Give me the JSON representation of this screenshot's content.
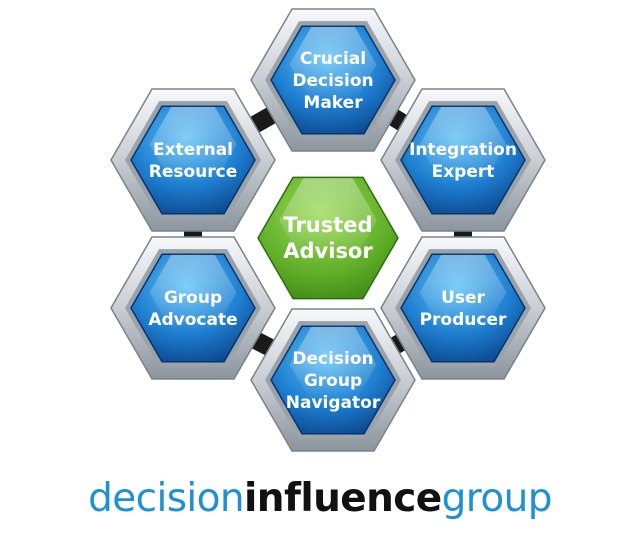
{
  "diagram": {
    "nodes": [
      {
        "id": "top",
        "lines": [
          "Crucial",
          "Decision",
          "Maker"
        ],
        "color": "blue"
      },
      {
        "id": "upper-left",
        "lines": [
          "External",
          "Resource"
        ],
        "color": "blue"
      },
      {
        "id": "upper-right",
        "lines": [
          "Integration",
          "Expert"
        ],
        "color": "blue"
      },
      {
        "id": "center",
        "lines": [
          "Trusted",
          "Advisor"
        ],
        "color": "green"
      },
      {
        "id": "lower-left",
        "lines": [
          "Group",
          "Advocate"
        ],
        "color": "blue"
      },
      {
        "id": "lower-right",
        "lines": [
          "User",
          "Producer"
        ],
        "color": "blue"
      },
      {
        "id": "bottom",
        "lines": [
          "Decision",
          "Group",
          "Navigator"
        ],
        "color": "blue"
      }
    ],
    "colors": {
      "blue_light": "#4fb3f0",
      "blue_dark": "#0a4a96",
      "green_light": "#8fd24a",
      "green_dark": "#3c8a14",
      "frame_light": "#f4f6f8",
      "frame_dark": "#8c949c",
      "connector": "#1a1a1a"
    }
  },
  "logo": {
    "part1": "decision",
    "part2": "influence",
    "part3": "group",
    "color_light": "#1e90d6",
    "color_dark": "#111111"
  }
}
